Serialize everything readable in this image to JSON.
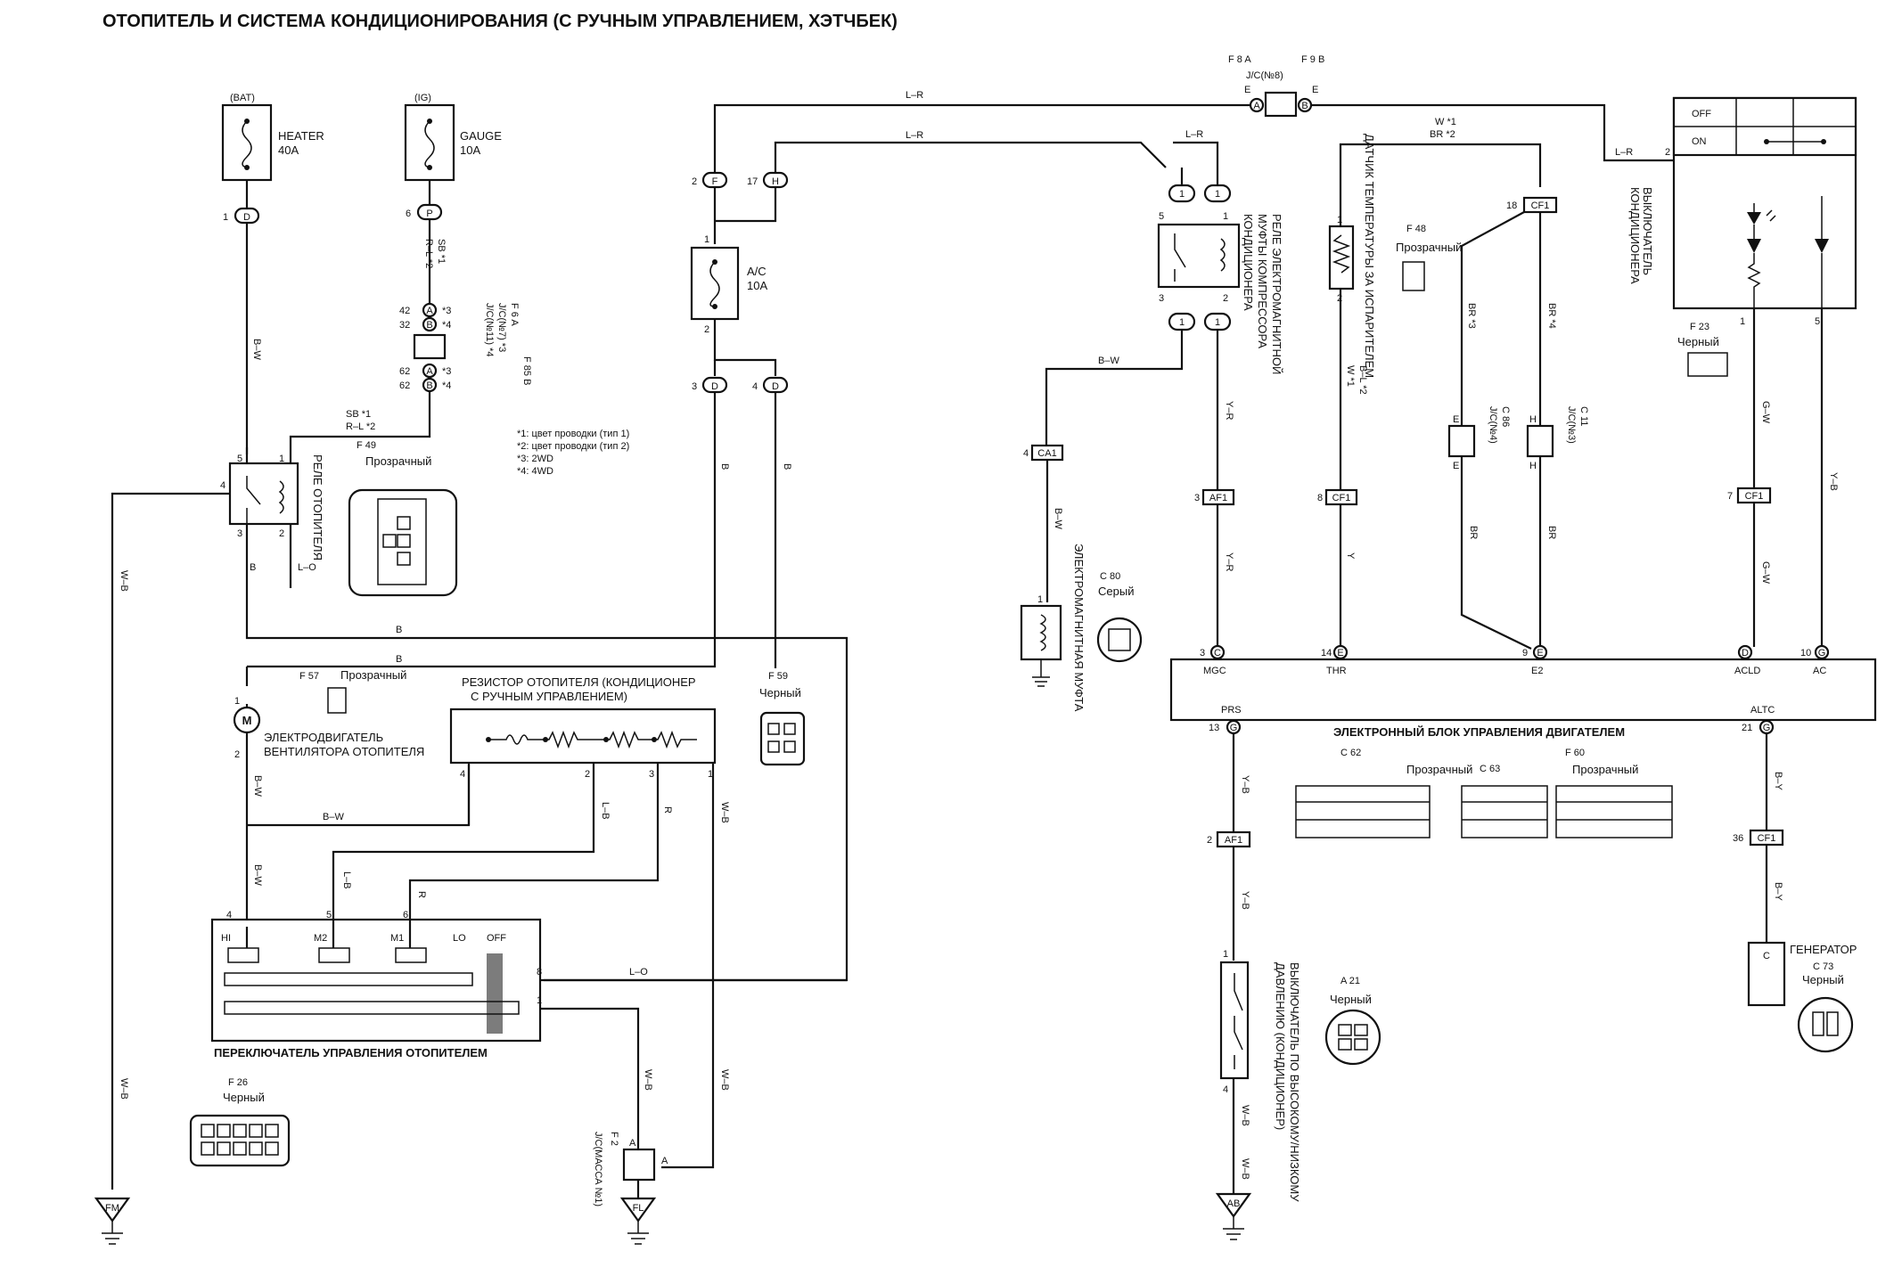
{
  "title": "ОТОПИТЕЛЬ И СИСТЕМА КОНДИЦИОНИРОВАНИЯ (С РУЧНЫМ УПРАВЛЕНИЕМ, ХЭТЧБЕК)",
  "fuses": {
    "heater": {
      "source": "(BAT)",
      "name": "HEATER",
      "rating": "40A"
    },
    "gauge": {
      "source": "(IG)",
      "name": "GAUGE",
      "rating": "10A"
    },
    "ac": {
      "name": "A/C",
      "rating": "10A"
    }
  },
  "notes": [
    "*1: цвет проводки (тип 1)",
    "*2: цвет проводки (тип 2)",
    "*3: 2WD",
    "*4: 4WD"
  ],
  "components": {
    "heater_relay": {
      "name": "РЕЛЕ ОТОПИТЕЛЯ",
      "conn": "F 49",
      "color": "Прозрачный"
    },
    "jc11": {
      "label": "J/C(№7) *3",
      "label2": "J/C(№11) *4",
      "conn": "F 6 A",
      "conn2": "F 85 B"
    },
    "jc8": {
      "label": "J/C(№8)",
      "conn": "F 8 A",
      "conn2": "F 9 B"
    },
    "blower_motor": {
      "name": "ЭЛЕКТРОДВИГАТЕЛЬ",
      "name2": "ВЕНТИЛЯТОРА ОТОПИТЕЛЯ",
      "conn": "F 57",
      "color": "Прозрачный"
    },
    "resistor": {
      "name": "РЕЗИСТОР ОТОПИТЕЛЯ (КОНДИЦИОНЕР",
      "name2": "С РУЧНЫМ УПРАВЛЕНИЕМ)",
      "conn": "F 59",
      "color": "Черный"
    },
    "blower_switch": {
      "name": "ПЕРЕКЛЮЧАТЕЛЬ УПРАВЛЕНИЯ ОТОПИТЕЛЕМ",
      "conn": "F 26",
      "color": "Черный",
      "positions": [
        "HI",
        "M2",
        "M1",
        "LO",
        "OFF"
      ]
    },
    "jc_massa": {
      "label": "J/C(МАССА №1)",
      "conn": "F 2"
    },
    "clutch_relay": {
      "name": "РЕЛЕ ЭЛЕКТРОМАГНИТНОЙ",
      "name2": "МУФТЫ КОМПРЕССОРА",
      "name3": "КОНДИЦИОНЕРА"
    },
    "clutch": {
      "name": "ЭЛЕКТРОМАГНИТНАЯ МУФТА",
      "conn": "C 80",
      "color": "Серый"
    },
    "evap_sensor": {
      "name": "ДАТЧИК ТЕМПЕРАТУРЫ ЗА ИСПАРИТЕЛЕМ",
      "conn": "F 48",
      "color": "Прозрачный"
    },
    "jc4": {
      "label": "J/C(№4)",
      "conn": "C 86"
    },
    "jc3": {
      "label": "J/C(№3)",
      "conn": "C 11"
    },
    "ac_switch": {
      "name": "ВЫКЛЮЧАТЕЛЬ",
      "name2": "КОНДИЦИОНЕРА",
      "conn": "F 23",
      "color": "Черный",
      "positions": [
        "OFF",
        "ON"
      ]
    },
    "ecu": {
      "name": "ЭЛЕКТРОННЫЙ БЛОК УПРАВЛЕНИЯ ДВИГАТЕЛЕМ",
      "conn1": "C 62",
      "conn2": "C 63",
      "conn3": "F 60",
      "color1": "Прозрачный",
      "color3": "Прозрачный",
      "pins": [
        "MGC",
        "THR",
        "E2",
        "ACLD",
        "AC",
        "PRS",
        "ALTC"
      ]
    },
    "pressure_switch": {
      "name": "ВЫКЛЮЧАТЕЛЬ ПО ВЫСОКОМУ/НИЗКОМУ",
      "name2": "ДАВЛЕНИЮ (КОНДИЦИОНЕР)",
      "conn": "A 21",
      "color": "Черный"
    },
    "generator": {
      "name": "ГЕНЕРАТОР",
      "conn": "C 73",
      "color": "Черный"
    }
  },
  "grounds": [
    "FM",
    "FL",
    "AB"
  ],
  "connectors": [
    "1 D",
    "6 P",
    "2 F",
    "17 H",
    "3 D",
    "4 D",
    "4 CA1",
    "3 AF1",
    "8 CF1",
    "7 CF1",
    "18 CF1",
    "36 CF1",
    "2 AF1"
  ],
  "wires": [
    "B–W",
    "SB *1",
    "R–L *2",
    "W–B",
    "L–R",
    "L–O",
    "B",
    "B–W",
    "Y–R",
    "Y",
    "BR",
    "G–W",
    "Y–B",
    "L–B",
    "R",
    "W *1",
    "BR *2",
    "W–B",
    "Y–B",
    "B–Y",
    "BR *3",
    "BR *4",
    "B–L *2",
    "W *1"
  ]
}
